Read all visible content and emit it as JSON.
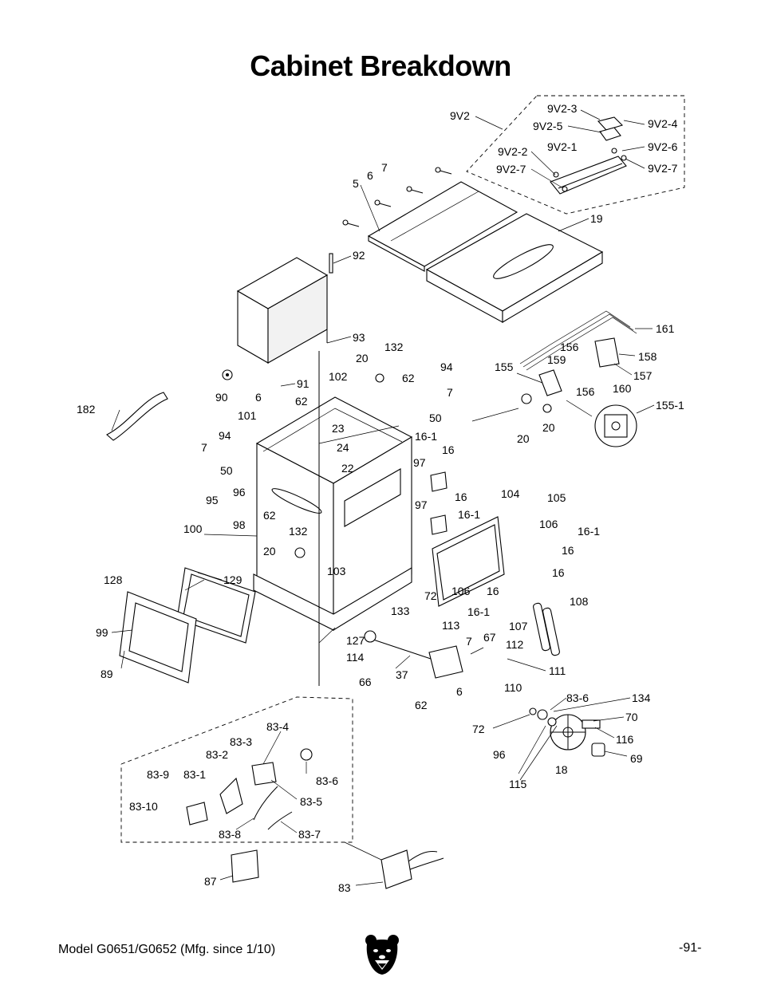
{
  "title": "Cabinet Breakdown",
  "footer": {
    "model": "Model G0651/G0652 (Mfg. since 1/10)",
    "page": "-91-"
  },
  "callouts": {
    "c9V2": "9V2",
    "c9V2_3": "9V2-3",
    "c9V2_4": "9V2-4",
    "c9V2_5": "9V2-5",
    "c9V2_1": "9V2-1",
    "c9V2_6": "9V2-6",
    "c9V2_2": "9V2-2",
    "c9V2_7a": "9V2-7",
    "c9V2_7b": "9V2-7",
    "c5": "5",
    "c6a": "6",
    "c7a": "7",
    "c19": "19",
    "c92": "92",
    "c93": "93",
    "c161": "161",
    "c156a": "156",
    "c159": "159",
    "c158": "158",
    "c155": "155",
    "c157": "157",
    "c156b": "156",
    "c160": "160",
    "c155_1": "155-1",
    "c20a": "20",
    "c20b": "20",
    "c20c": "20",
    "c132a": "132",
    "c62a": "62",
    "c94a": "94",
    "c7b": "7",
    "c50a": "50",
    "c102": "102",
    "c91": "91",
    "c90": "90",
    "c6b": "6",
    "c62b": "62",
    "c101": "101",
    "c182": "182",
    "c23": "23",
    "c24": "24",
    "c22": "22",
    "c16_1a": "16-1",
    "c16a": "16",
    "c97a": "97",
    "c94b": "94",
    "c7c": "7",
    "c50b": "50",
    "c95": "95",
    "c96a": "96",
    "c98": "98",
    "c62c": "62",
    "c132b": "132",
    "c97b": "97",
    "c16b": "16",
    "c16_1b": "16-1",
    "c104": "104",
    "c105": "105",
    "c106a": "106",
    "c16_1c": "16-1",
    "c16c": "16",
    "c100": "100",
    "c20d": "20",
    "c103": "103",
    "c128": "128",
    "c129": "129",
    "c72a": "72",
    "c106b": "106",
    "c16d": "16",
    "c16e": "16",
    "c108": "108",
    "c16_1d": "16-1",
    "c133": "133",
    "c99": "99",
    "c89": "89",
    "c127": "127",
    "c114": "114",
    "c113": "113",
    "c7d": "7",
    "c67": "67",
    "c112": "112",
    "c107": "107",
    "c111": "111",
    "c66": "66",
    "c37": "37",
    "c110": "110",
    "c6c": "6",
    "c62d": "62",
    "c83_6a": "83-6",
    "c134": "134",
    "c72b": "72",
    "c70": "70",
    "c116": "116",
    "c96b": "96",
    "c69": "69",
    "c18": "18",
    "c115": "115",
    "c83_4": "83-4",
    "c83_3": "83-3",
    "c83_2": "83-2",
    "c83_9": "83-9",
    "c83_1": "83-1",
    "c83_6b": "83-6",
    "c83_5": "83-5",
    "c83_10": "83-10",
    "c83_8": "83-8",
    "c83_7": "83-7",
    "c87": "87",
    "c83": "83"
  }
}
